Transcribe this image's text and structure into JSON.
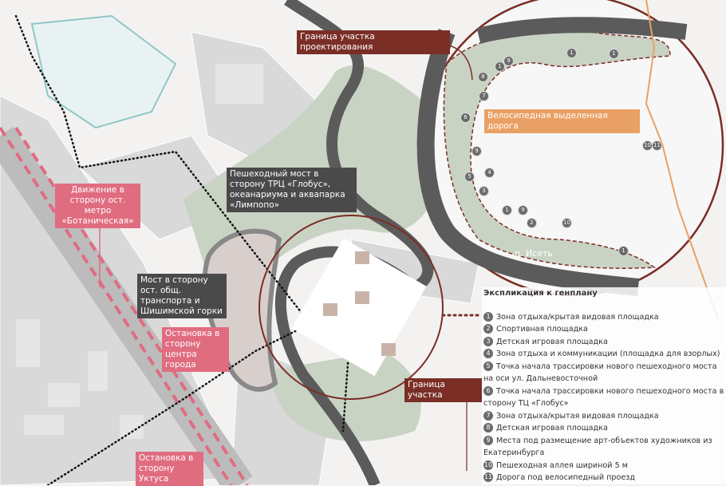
{
  "labels": {
    "project_boundary": "Граница участка проектирования",
    "bike_road": "Велосипедная выделенная дорога",
    "ped_bridge_globus": "Пешеходный мост в сторону ТРЦ «Глобус», океанариума и аквапарка «Лимпопо»",
    "metro_direction": "Движение в сторону ост. метро «Ботаническая»",
    "bridge_transport": "Мост в сторону ост. общ. транспорта и Шишимской горки",
    "stop_center": "Остановка в сторону центра города",
    "stop_uktus": "Остановка в сторону Уктуса",
    "site_boundary": "Граница участка",
    "river": "р. Исеть"
  },
  "legend": {
    "title": "Экспликация к генплану",
    "items": [
      {
        "n": "1",
        "text": "Зона отдыха/крытая видовая площадка"
      },
      {
        "n": "2",
        "text": "Спортивная площадка"
      },
      {
        "n": "3",
        "text": "Детская игровая площадка"
      },
      {
        "n": "4",
        "text": "Зона отдыха и коммуникации (площадка для взорлых)"
      },
      {
        "n": "5",
        "text": "Точка начала трассировки нового пешеходного моста на оси ул.  Дальневосточной"
      },
      {
        "n": "6",
        "text": "Точка начала трассировки нового пешеходного моста в сторону ТЦ «Глобус»"
      },
      {
        "n": "7",
        "text": "Зона отдыха/крытая видовая площадка"
      },
      {
        "n": "8",
        "text": "Детская игровая площадка"
      },
      {
        "n": "9",
        "text": "Места под размещение арт-объектов художников из Екатеринбурга"
      },
      {
        "n": "10",
        "text": "Пешеходная аллея шириной 5 м"
      },
      {
        "n": "11",
        "text": "Дорога под велосипедный проезд"
      }
    ]
  },
  "markers": [
    "1",
    "1",
    "9",
    "1",
    "8",
    "7",
    "6",
    "9",
    "5",
    "4",
    "3",
    "1",
    "9",
    "2",
    "10",
    "1",
    "10",
    "11"
  ],
  "colors": {
    "river": "#5b5b5b",
    "green": "#c9d3c4",
    "boundary": "#7a2e26",
    "pink": "#e06c80",
    "bike": "#e9a064"
  }
}
